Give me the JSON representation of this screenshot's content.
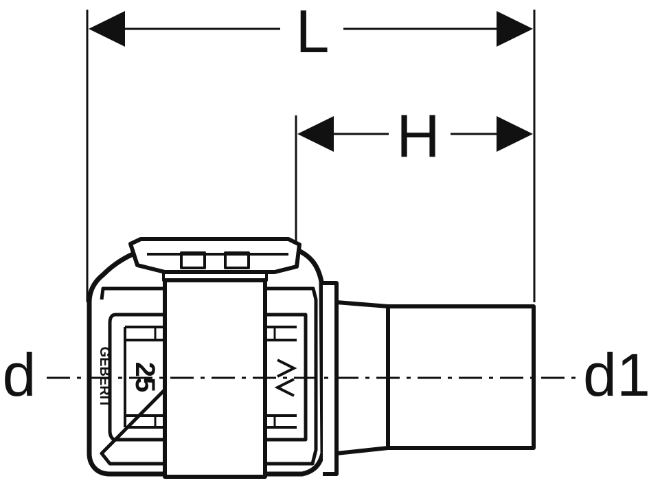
{
  "dimensions": {
    "overall_length_label": "L",
    "insertion_length_label": "H",
    "inlet_diameter_label": "d",
    "outlet_diameter_label": "d1"
  },
  "fitting_markings": {
    "brand": "GEBERIT",
    "size": "25"
  },
  "colors": {
    "line": "#111111",
    "background": "#ffffff"
  }
}
